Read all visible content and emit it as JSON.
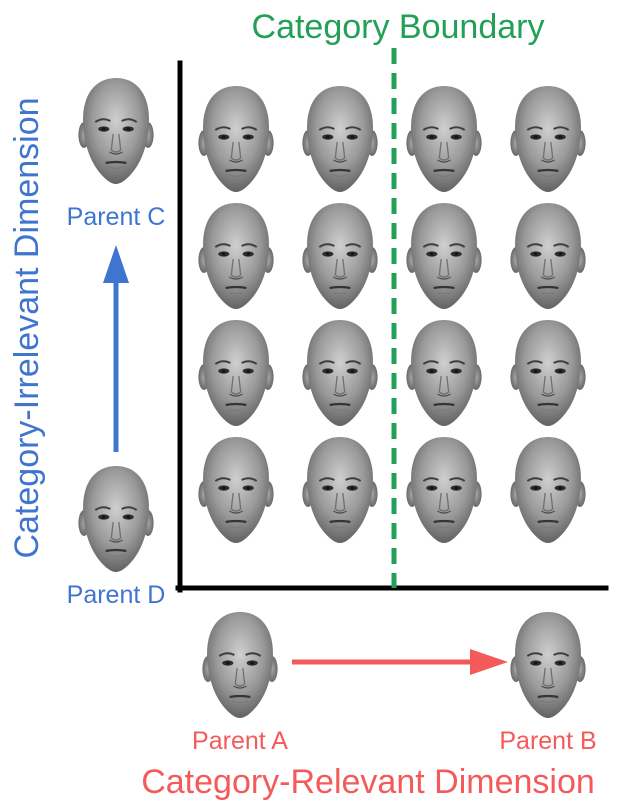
{
  "title": "Category Boundary",
  "x_axis_label": "Category-Relevant Dimension",
  "y_axis_label": "Category-Irrelevant Dimension",
  "parents": {
    "a": "Parent A",
    "b": "Parent B",
    "c": "Parent C",
    "d": "Parent D"
  },
  "grid": {
    "rows": 4,
    "cols": 4
  },
  "colors": {
    "boundary": "#23a058",
    "relevant": "#f55a5a",
    "irrelevant": "#3f74cf",
    "axes": "#000000"
  }
}
